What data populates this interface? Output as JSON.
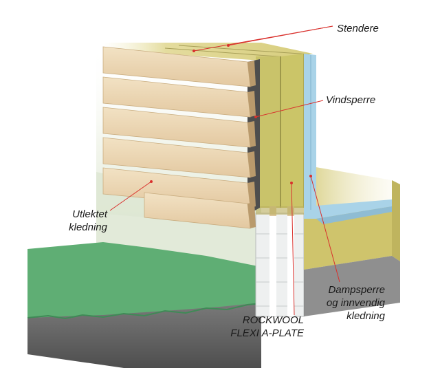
{
  "labels": {
    "studs": "Stendere",
    "wind_barrier": "Vindsperre",
    "cladding_line1": "Utlektet",
    "cladding_line2": "kledning",
    "vapor_line1": "Dampsperre",
    "vapor_line2": "og innvendig",
    "vapor_line3": "kledning",
    "product_line1": "ROCKWOOL",
    "product_line2": "FLEXI A-PLATE"
  },
  "colors": {
    "leader": "#d9302c",
    "insulation": "#c9c36a",
    "cladding": "#eed9b8",
    "vapor_barrier": "#a9d3e8",
    "grass": "#5fae74",
    "soil": "#6e6e6e",
    "foundation": "#eef0f0"
  }
}
